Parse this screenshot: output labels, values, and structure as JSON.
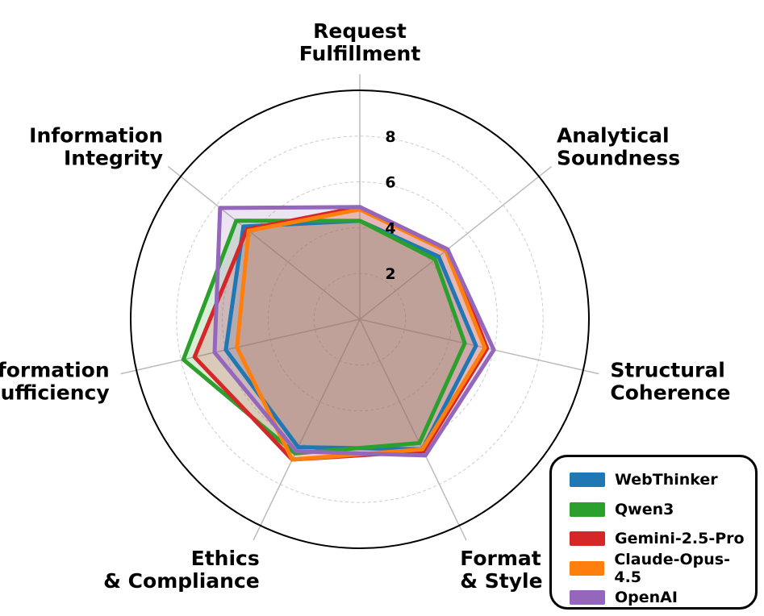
{
  "chart_data": {
    "type": "radar",
    "axes": [
      "Request\nFulfillment",
      "Analytical\nSoundness",
      "Structural\nCoherence",
      "Format\n& Style",
      "Ethics\n& Compliance",
      "Information\nSufficiency",
      "Information\nIntegrity"
    ],
    "rlim": [
      0,
      10
    ],
    "ticks": [
      2,
      4,
      6,
      8
    ],
    "legend_position": "bottom-right",
    "grid": true,
    "series": [
      {
        "name": "WebThinker",
        "color": "#1f77b4",
        "values": [
          4.3,
          4.4,
          5.2,
          6.3,
          6.2,
          6.0,
          6.5
        ]
      },
      {
        "name": "Qwen3",
        "color": "#2ca02c",
        "values": [
          4.3,
          4.2,
          4.7,
          6.0,
          6.5,
          7.9,
          6.9
        ]
      },
      {
        "name": "Gemini-2.5-Pro",
        "color": "#d62728",
        "values": [
          4.9,
          4.9,
          5.7,
          6.4,
          6.8,
          7.4,
          6.3
        ]
      },
      {
        "name": "Claude-Opus-4.5",
        "color": "#ff7f0e",
        "values": [
          4.8,
          4.8,
          5.6,
          6.3,
          6.8,
          5.5,
          6.2
        ]
      },
      {
        "name": "OpenAI",
        "color": "#9467bd",
        "values": [
          4.9,
          4.9,
          6.0,
          6.6,
          6.4,
          6.5,
          7.8
        ]
      }
    ]
  }
}
